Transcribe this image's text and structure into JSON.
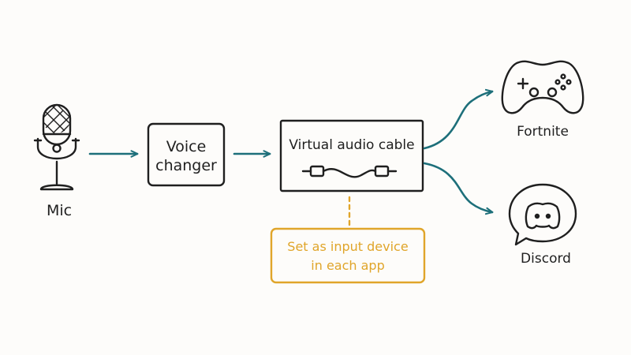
{
  "nodes": {
    "mic": {
      "label": "Mic"
    },
    "voice_changer": {
      "line1": "Voice",
      "line2": "changer"
    },
    "virtual_cable": {
      "label": "Virtual audio cable"
    },
    "fortnite": {
      "label": "Fortnite"
    },
    "discord": {
      "label": "Discord"
    }
  },
  "note": {
    "line1": "Set as input device",
    "line2": "in each app"
  },
  "colors": {
    "ink": "#1f1f1f",
    "arrow": "#1d6f7a",
    "note": "#e0a52a",
    "background": "#fdfcfa"
  },
  "icons": {
    "mic": "microphone-icon",
    "cable": "audio-cable-icon",
    "fortnite": "gamepad-icon",
    "discord": "discord-icon"
  }
}
